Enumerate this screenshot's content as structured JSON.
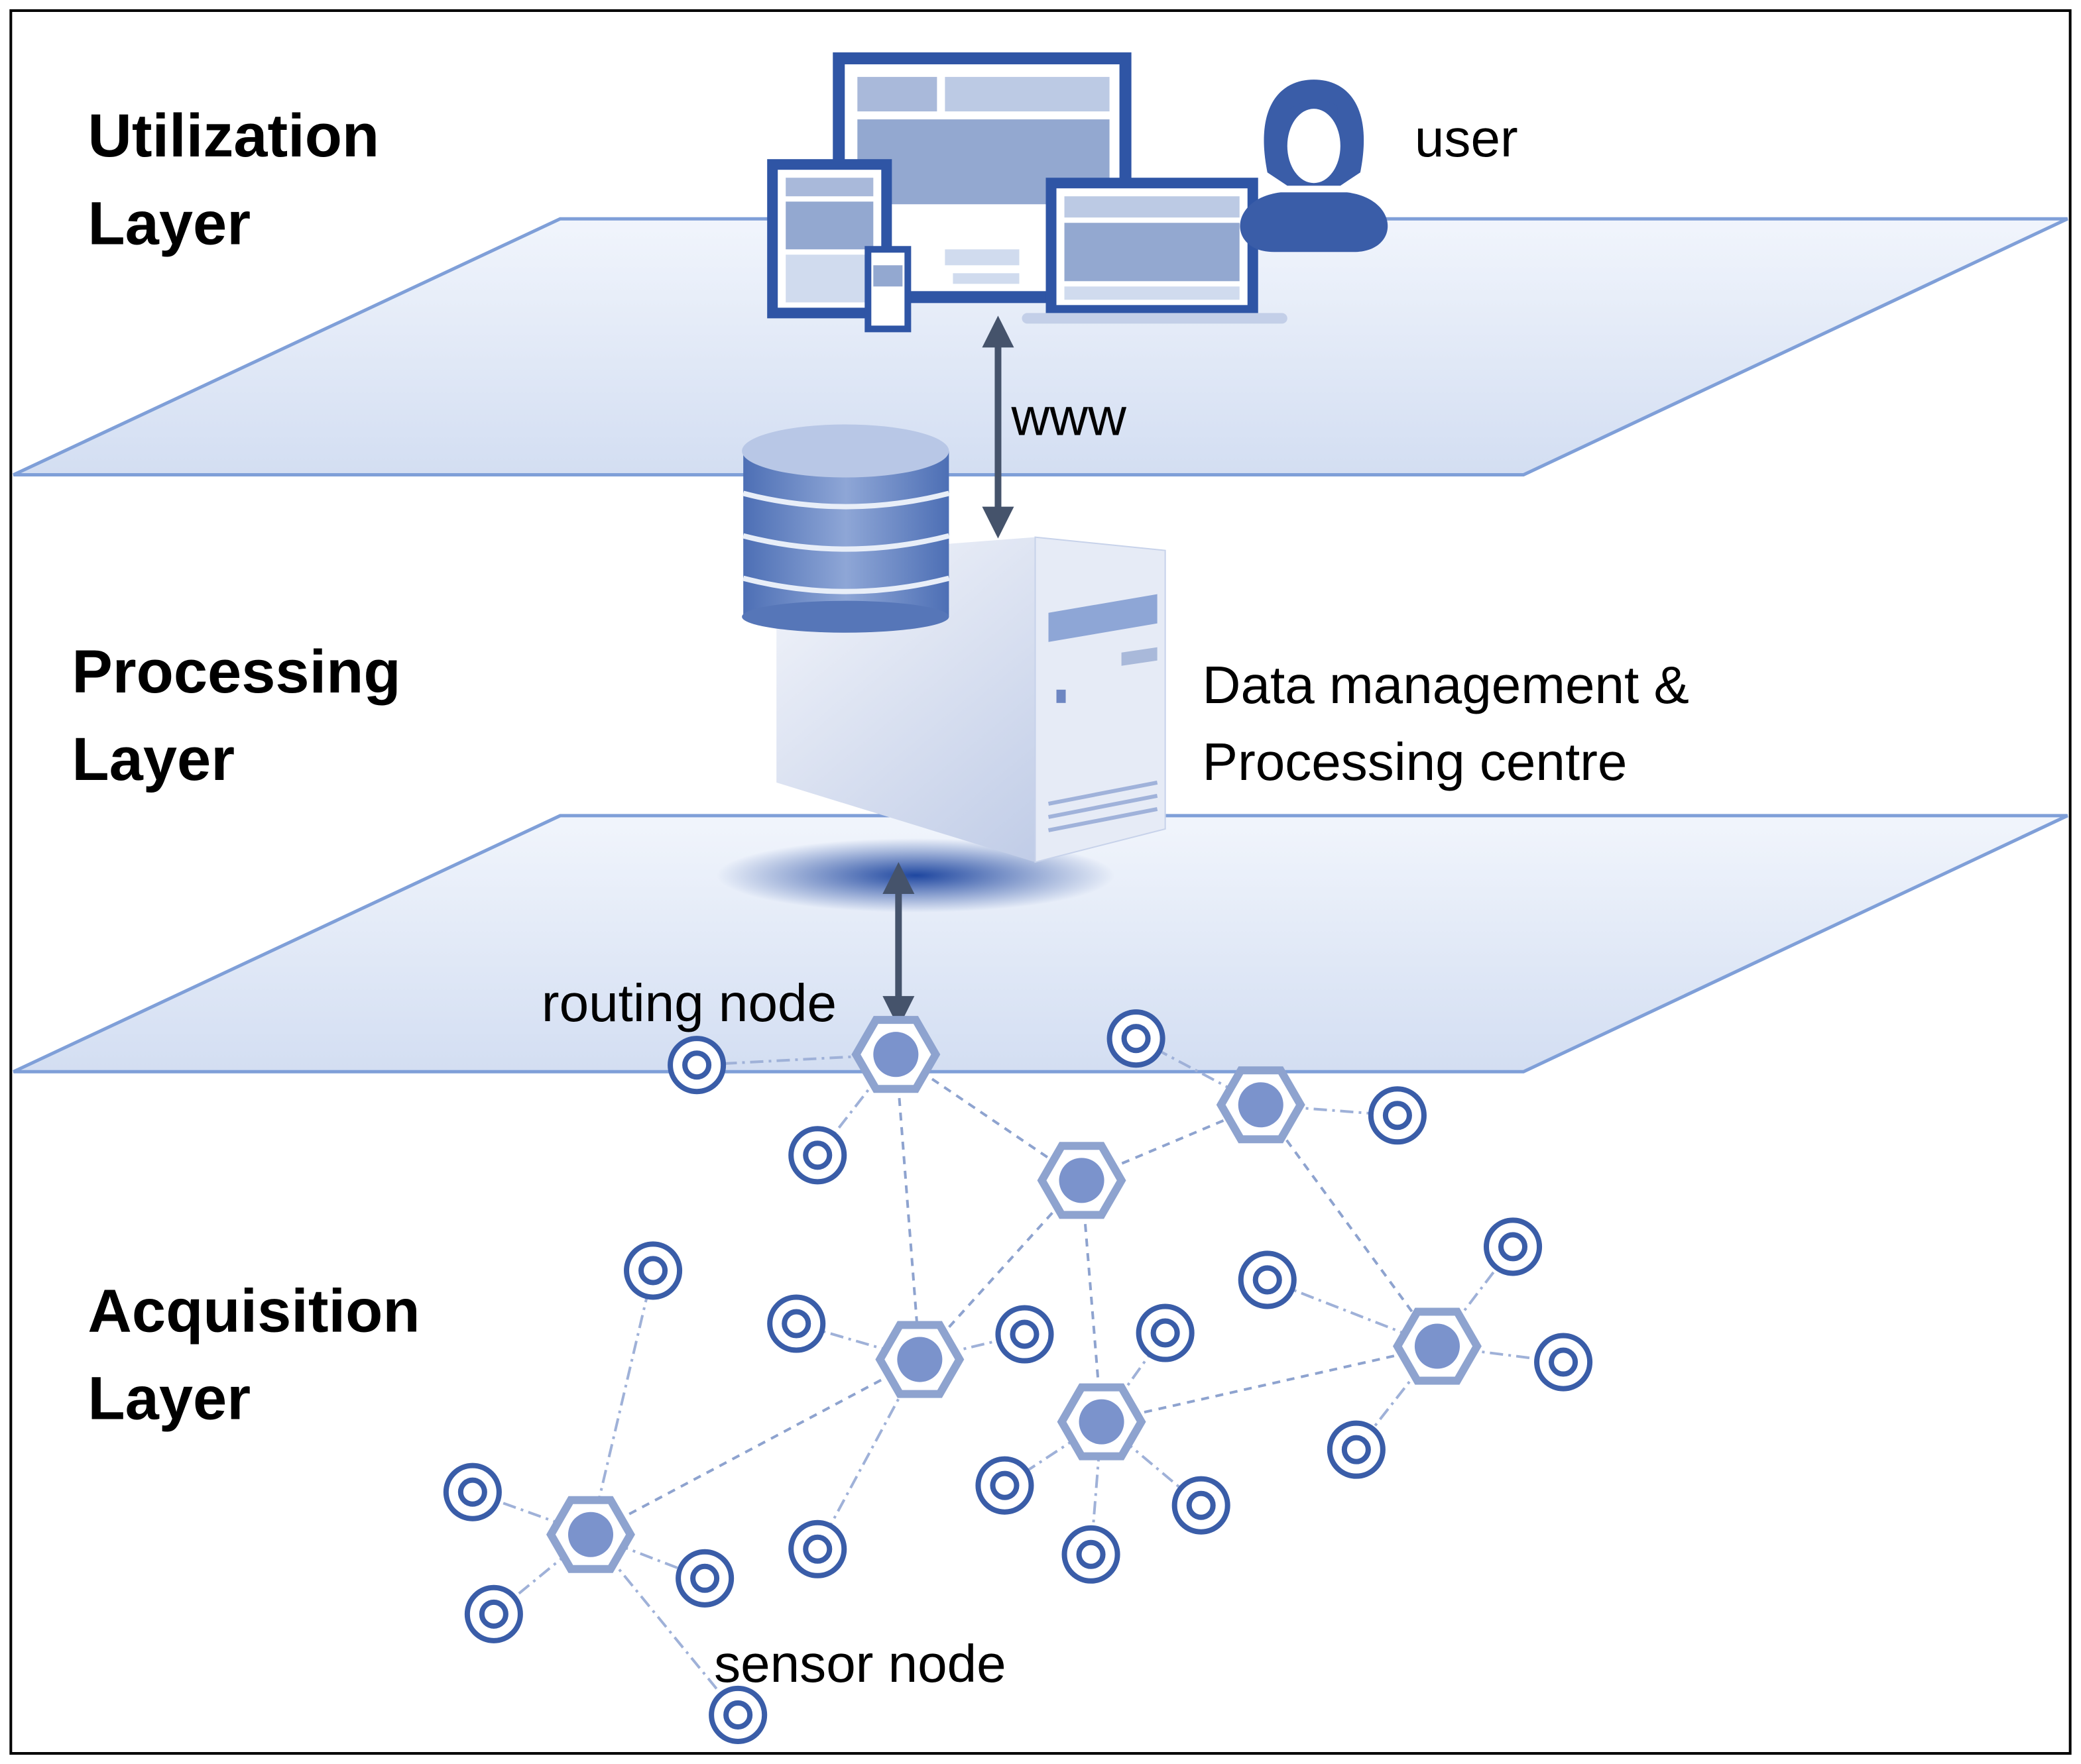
{
  "layers": {
    "utilization": [
      "Utilization",
      "Layer"
    ],
    "processing": [
      "Processing",
      "Layer"
    ],
    "acquisition": [
      "Acquisition",
      "Layer"
    ]
  },
  "labels": {
    "user": "user",
    "www": "www",
    "data_centre": [
      "Data management &",
      "Processing centre"
    ],
    "routing_node": "routing node",
    "sensor_node": "sensor node"
  },
  "colors": {
    "plane_stroke": "#7f9fd8",
    "plane_fill": "#dfe7f5",
    "icon_blue": "#3a5da8",
    "node_fill": "#7b93cc",
    "arrow": "#45536b"
  }
}
